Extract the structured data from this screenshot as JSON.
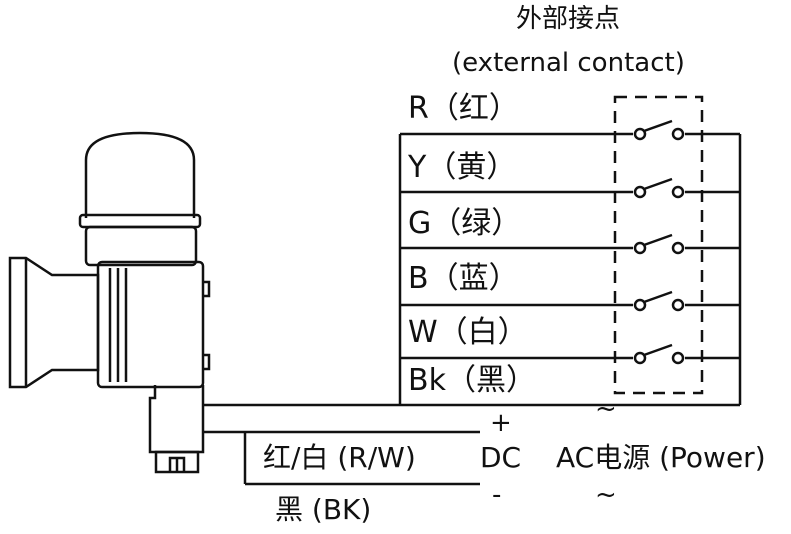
{
  "external_contact": {
    "title_cn": "外部接点",
    "title_en": "(external contact)"
  },
  "wires": [
    {
      "label": "R（红）"
    },
    {
      "label": "Y（黄）"
    },
    {
      "label": "G（绿）"
    },
    {
      "label": "B（蓝）"
    },
    {
      "label": "W（白）"
    },
    {
      "label": "Bk（黑）"
    }
  ],
  "power": {
    "plus": "+",
    "minus": "-",
    "dc": "DC",
    "ac": "AC电源 (Power)",
    "tilde": "~",
    "red_white_wire": "红/白 (R/W)",
    "black_wire": "黑 (BK)"
  }
}
